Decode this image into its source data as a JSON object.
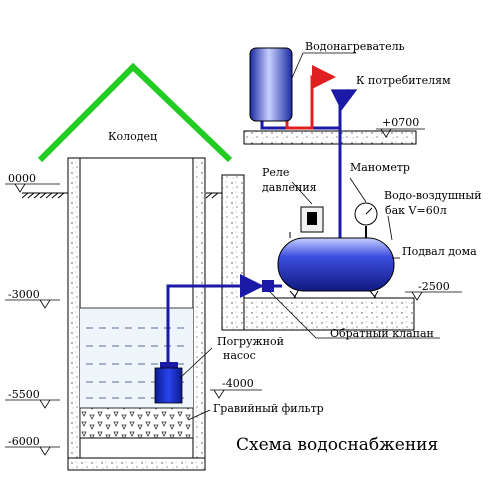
{
  "title": "Схема водоснабжения",
  "labels": {
    "well": "Колодец",
    "water_heater": "Водонагреватель",
    "to_consumers": "К потребителям",
    "pressure_relay_1": "Реле",
    "pressure_relay_2": "давления",
    "manometer": "Манометр",
    "tank_1": "Водо-воздушный",
    "tank_2": "бак V=60л",
    "basement": "Подвал дома",
    "check_valve": "Обратный клапан",
    "pump_1": "Погружной",
    "pump_2": "насос",
    "gravel_filter": "Гравийный фильтр"
  },
  "levels": {
    "ground": "0000",
    "heater_floor": "+0700",
    "water_level": "-3000",
    "basement_floor": "-2500",
    "pump": "-4000",
    "filter_top": "-5500",
    "bottom": "-6000"
  },
  "colors": {
    "roof": "#22cc22",
    "pipe": "#1a1aa6",
    "hot_pipe": "#e02020",
    "water": "#eef5fb",
    "equipment": "#2233cc"
  }
}
